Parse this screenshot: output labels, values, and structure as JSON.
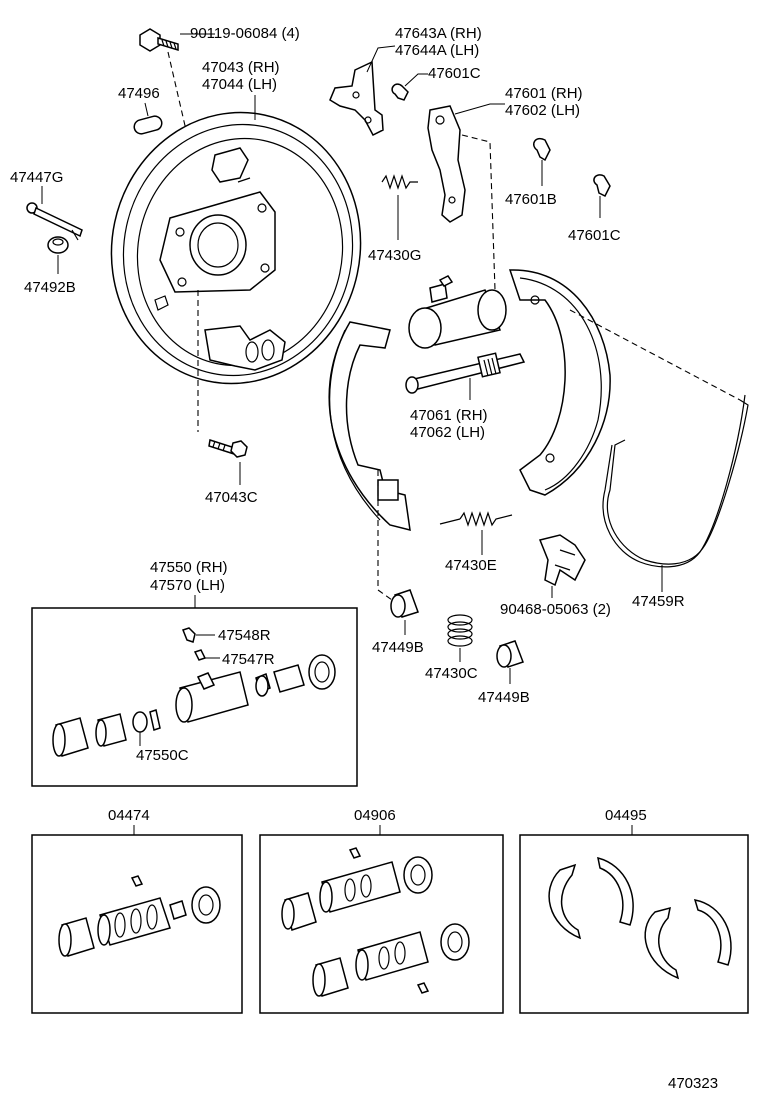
{
  "labels": {
    "l_90119": "90119-06084 (4)",
    "l_47643a": "47643A (RH)",
    "l_47644a": "47644A (LH)",
    "l_47043": "47043 (RH)",
    "l_47044": "47044 (LH)",
    "l_47496": "47496",
    "l_47601c_top": "47601C",
    "l_47601": "47601 (RH)",
    "l_47602": "47602 (LH)",
    "l_47447g": "47447G",
    "l_47601b": "47601B",
    "l_47430g": "47430G",
    "l_47601c_right": "47601C",
    "l_47492b": "47492B",
    "l_47061": "47061 (RH)",
    "l_47062": "47062 (LH)",
    "l_47043c": "47043C",
    "l_47430e": "47430E",
    "l_47550": "47550 (RH)",
    "l_47570": "47570 (LH)",
    "l_90468": "90468-05063 (2)",
    "l_47459r": "47459R",
    "l_47548r": "47548R",
    "l_47547r": "47547R",
    "l_47449b_a": "47449B",
    "l_47430c": "47430C",
    "l_47449b_b": "47449B",
    "l_47550c": "47550C",
    "l_04474": "04474",
    "l_04906": "04906",
    "l_04495": "04495",
    "l_ref": "470323"
  }
}
